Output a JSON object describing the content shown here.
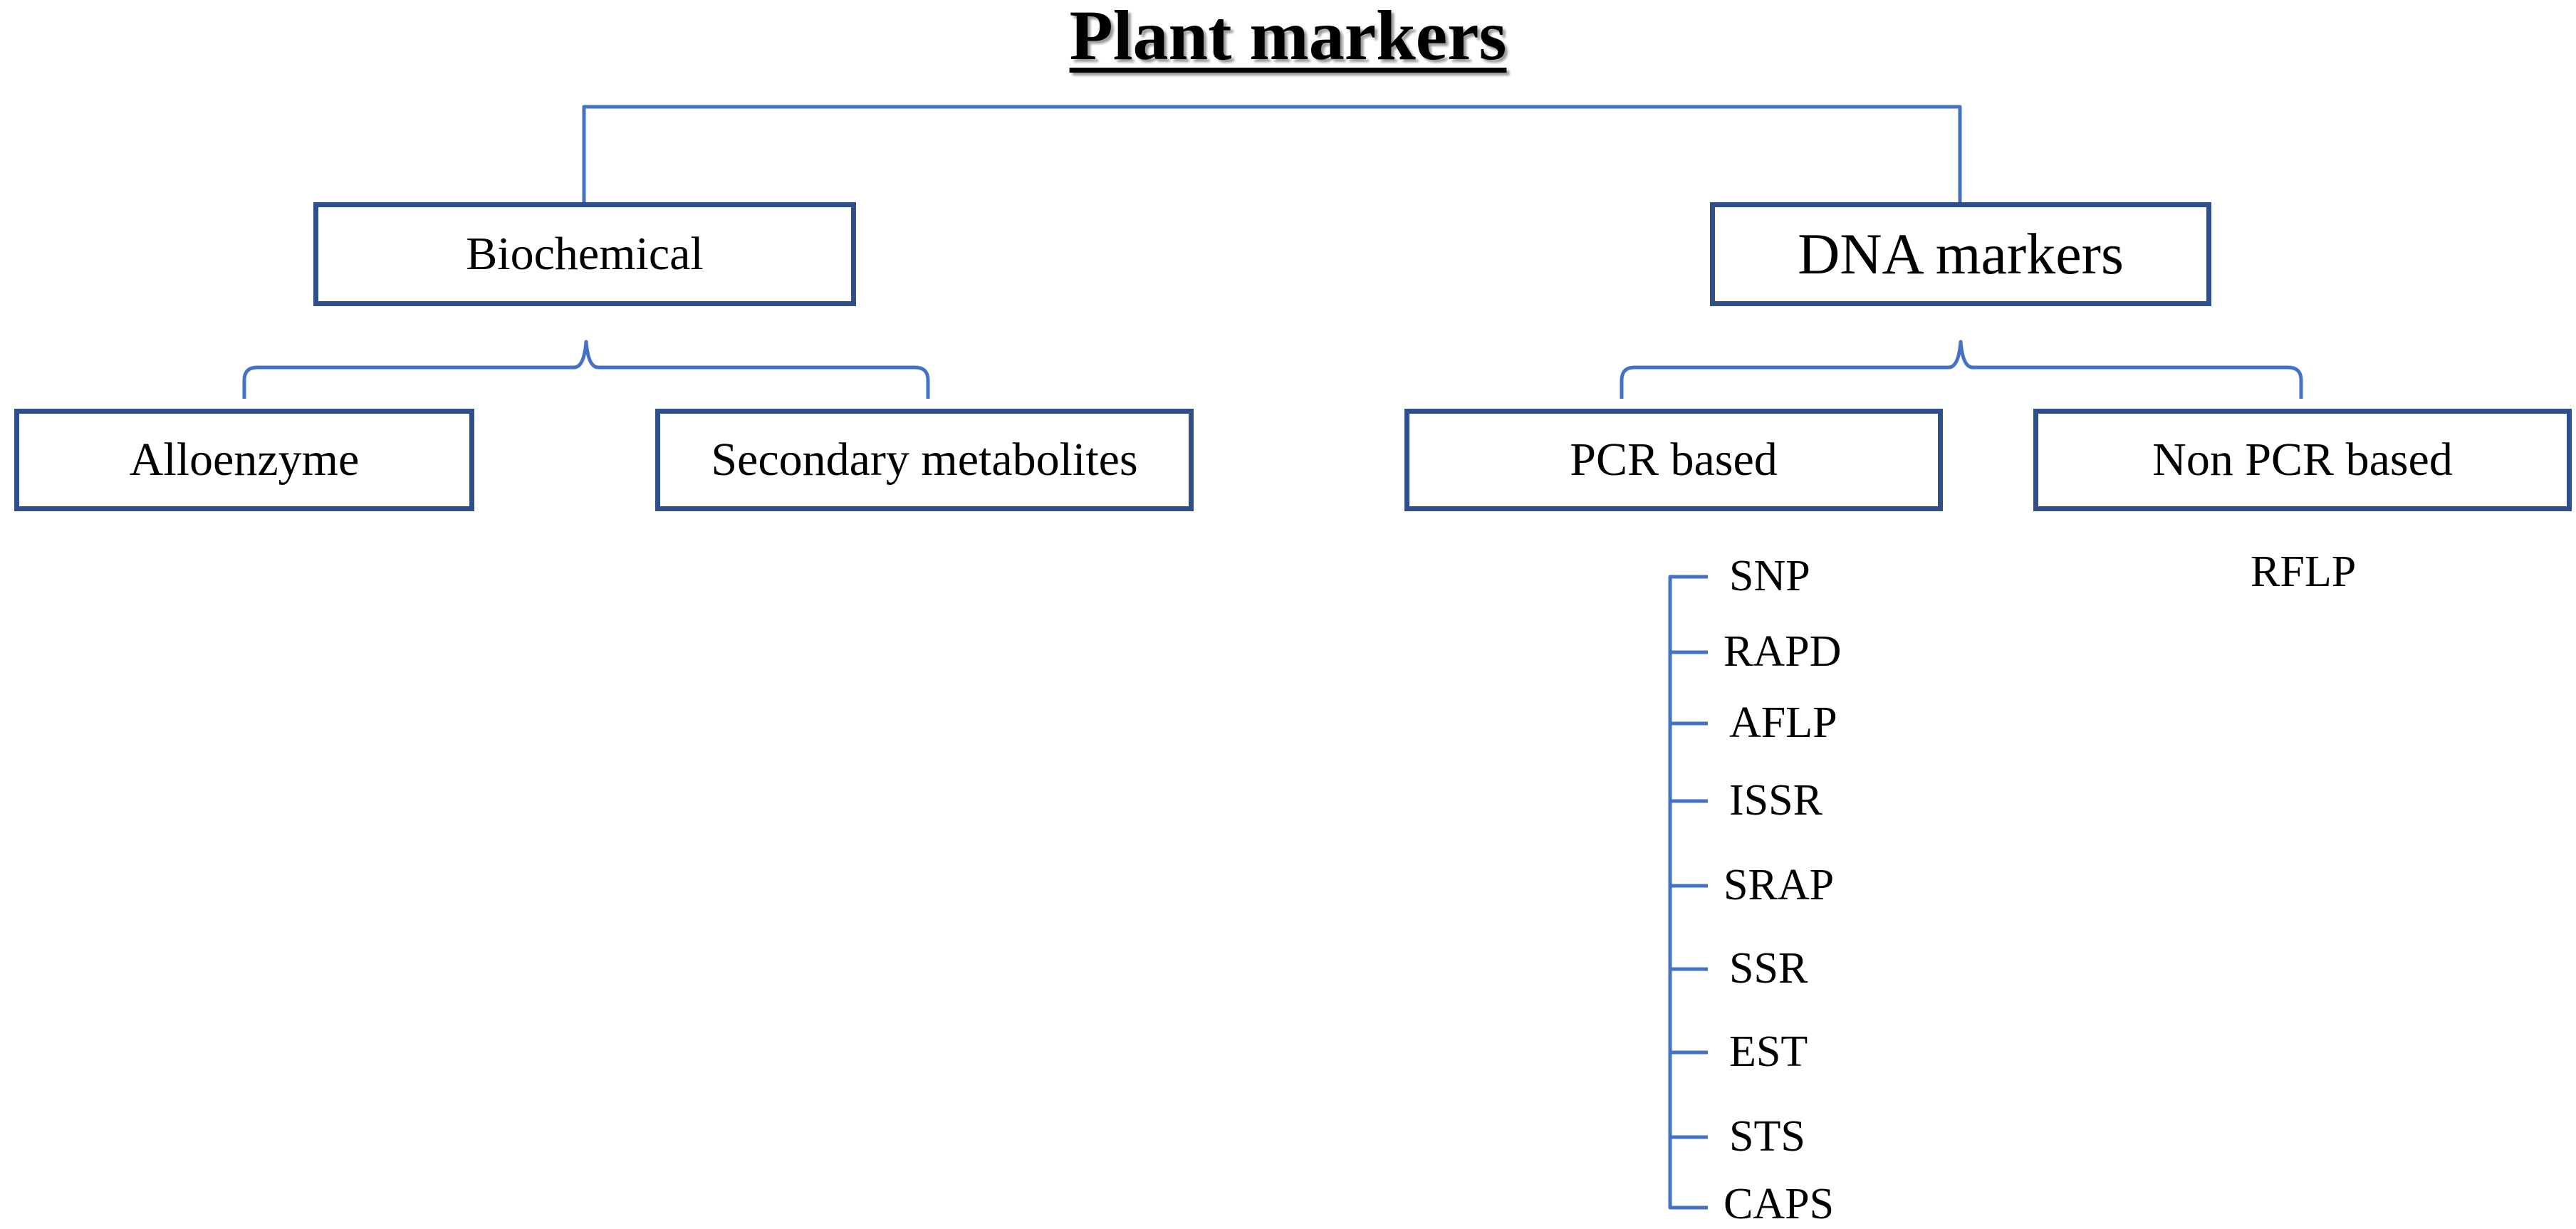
{
  "title": "Plant markers",
  "colors": {
    "connector": "#4472c4",
    "box_border": "#2f4f8c"
  },
  "categories": {
    "biochemical": {
      "label": "Biochemical",
      "children": [
        "Alloenzyme",
        "Secondary metabolites"
      ]
    },
    "dna": {
      "label": "DNA markers",
      "pcr": {
        "label": "PCR based",
        "markers": [
          "SNP",
          "RAPD",
          "AFLP",
          "ISSR",
          "SRAP",
          "SSR",
          "EST",
          "STS",
          "CAPS"
        ]
      },
      "non_pcr": {
        "label": "Non PCR based",
        "markers": [
          "RFLP"
        ]
      }
    }
  }
}
